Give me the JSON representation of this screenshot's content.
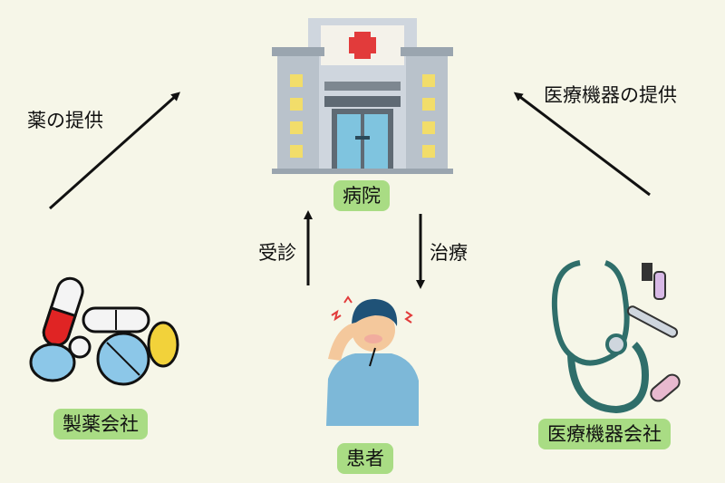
{
  "nodes": {
    "hospital": "病院",
    "patient": "患者",
    "pharma": "製薬会社",
    "device_company": "医療機器会社"
  },
  "edges": {
    "drug_supply": "薬の提供",
    "device_supply": "医療機器の提供",
    "consultation": "受診",
    "treatment": "治療"
  },
  "colors": {
    "background": "#f6f6e8",
    "label_green": "#a9dc84",
    "hospital_cross": "#e23b3b",
    "patient_shirt": "#7db8d8",
    "stethoscope": "#2f6e6a"
  },
  "icons": {
    "hospital": "hospital-icon",
    "patient": "sick-patient-icon",
    "pills": "pills-icon",
    "devices": "medical-devices-icon"
  }
}
